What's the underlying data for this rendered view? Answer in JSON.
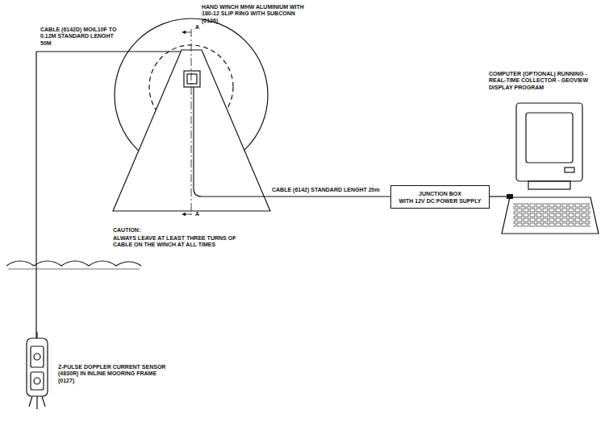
{
  "diagram": {
    "nodes": [
      {
        "text": [
          "JUNCTION BOX",
          "WITH 12V DC POWER SUPPLY"
        ]
      }
    ],
    "labels": [
      "HAND WINCH MHW ALUMINIUM WITH 180-12 SLIP RING WITH SUBCONN (0126)",
      "A",
      "A",
      "CABLE (6142D) MOIL10F TO 0.12M STANDARD LENGHT 50M",
      "CABLE (6142) STANDARD LENGHT 20m",
      "CAUTION:",
      "ALWAYS LEAVE AT LEAST THREE TURNS OF CABLE ON THE WINCH AT ALL TIMES",
      "COMPUTER (OPTIONAL) RUNNING - REAL-TIME COLLECTOR - GEOVIEW DISPLAY PROGRAM",
      "Z-PULSE DOPPLER CURRENT SENSOR (4830R) IN INLINE MOORING FRAME (0127)"
    ]
  }
}
